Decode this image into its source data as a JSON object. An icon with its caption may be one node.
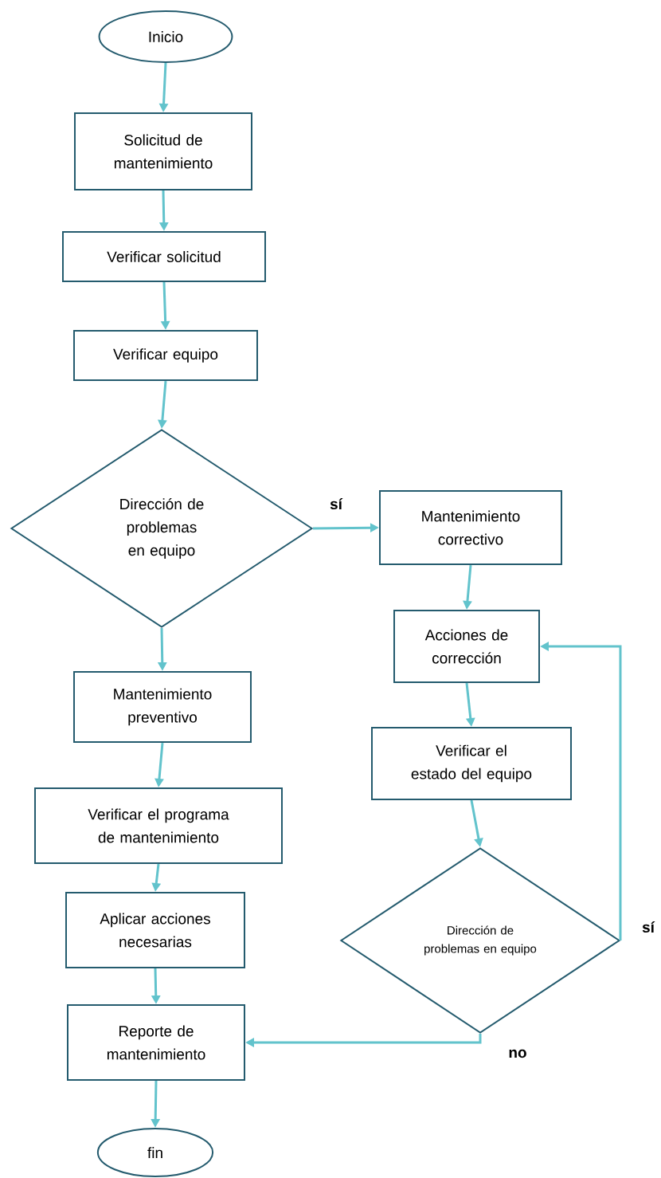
{
  "diagram": {
    "nodes": [
      {
        "text": [
          "Inicio"
        ]
      },
      {
        "text": [
          "Solicitud de mantenimiento"
        ]
      },
      {
        "text": [
          "Verificar solicitud"
        ]
      },
      {
        "text": [
          "Verificar equipo"
        ]
      },
      {
        "text": [
          "Dirección de problemas en equipo"
        ]
      },
      {
        "text": [
          "Mantenimiento correctivo"
        ]
      },
      {
        "text": [
          "Acciones de corrección"
        ]
      },
      {
        "text": [
          "Verificar el estado del equipo"
        ]
      },
      {
        "text": [
          "Dirección de problemas en equipo"
        ]
      },
      {
        "text": [
          "Mantenimiento preventivo"
        ]
      },
      {
        "text": [
          "Verificar el programa de mantenimiento"
        ]
      },
      {
        "text": [
          "Aplicar acciones necesarias"
        ]
      },
      {
        "text": [
          "Reporte de mantenimiento"
        ]
      },
      {
        "text": [
          "fin"
        ]
      }
    ],
    "edges": [
      {
        "from": 0,
        "to": 1,
        "arrow": "to"
      },
      {
        "from": 1,
        "to": 2,
        "arrow": "to"
      },
      {
        "from": 2,
        "to": 3,
        "arrow": "to"
      },
      {
        "from": 3,
        "to": 4,
        "arrow": "to"
      },
      {
        "from": 4,
        "to": 5,
        "arrow": "to",
        "label": "sí"
      },
      {
        "from": 5,
        "to": 6,
        "arrow": "to"
      },
      {
        "from": 6,
        "to": 7,
        "arrow": "to"
      },
      {
        "from": 7,
        "to": 8,
        "arrow": "to"
      },
      {
        "from": 8,
        "to": 6,
        "arrow": "to",
        "label": "sí"
      },
      {
        "from": 8,
        "to": 12,
        "arrow": "to",
        "label": "no"
      },
      {
        "from": 4,
        "to": 9,
        "arrow": "to"
      },
      {
        "from": 9,
        "to": 10,
        "arrow": "to"
      },
      {
        "from": 10,
        "to": 11,
        "arrow": "to"
      },
      {
        "from": 11,
        "to": 12,
        "arrow": "to"
      },
      {
        "from": 12,
        "to": 13,
        "arrow": "to"
      }
    ]
  }
}
